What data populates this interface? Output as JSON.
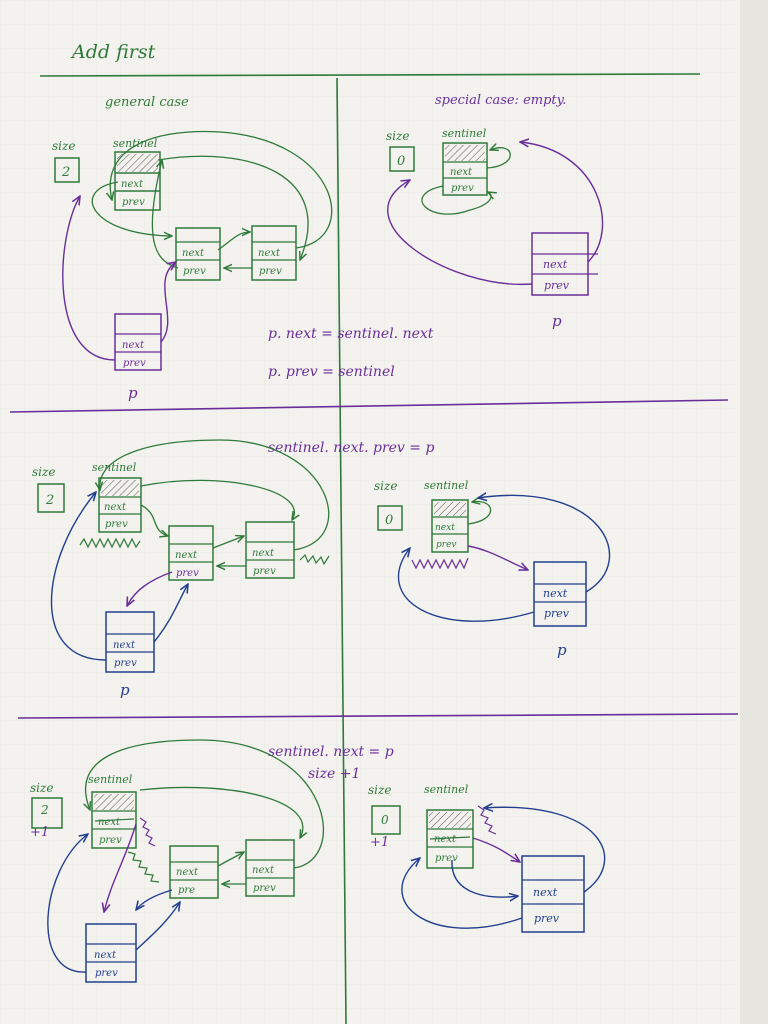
{
  "title": "Add first",
  "section1": {
    "general_label": "general case",
    "special_label": "special case:  empty.",
    "code_line1": "p. next = sentinel. next",
    "code_line2": "p. prev = sentinel"
  },
  "section2": {
    "code_line": "sentinel. next. prev = p"
  },
  "section3": {
    "code_line1": "sentinel.  next  =  p",
    "code_line2": "size +1"
  },
  "labels": {
    "size": "size",
    "sentinel": "sentinel",
    "p": "p",
    "next": "next",
    "prev": "prev",
    "pre": "pre",
    "size_general": "2",
    "size_empty": "0",
    "plus_one": "+1"
  },
  "colors": {
    "paper": "#f3f2ee",
    "green": "#2f7a3a",
    "purple": "#6a2e9a",
    "blue": "#23408f",
    "hatch": "#555555"
  }
}
